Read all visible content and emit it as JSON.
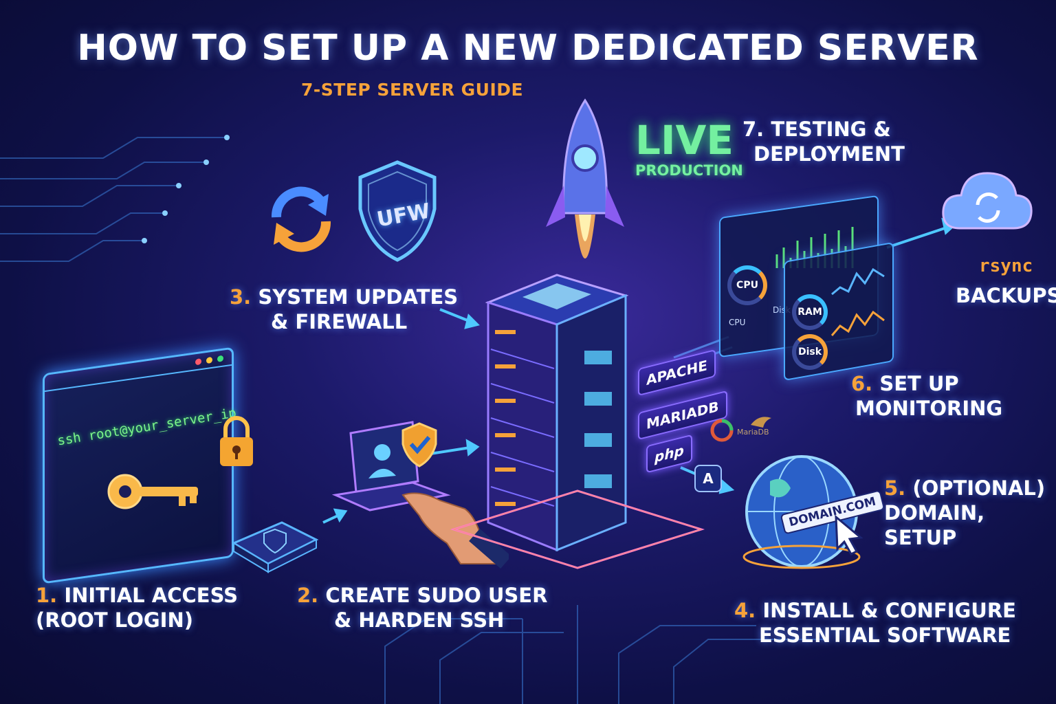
{
  "header": {
    "title": "HOW TO SET UP A NEW DEDICATED SERVER",
    "subtitle": "7-STEP SERVER GUIDE"
  },
  "steps": [
    {
      "num": "1.",
      "line1": "INITIAL ACCESS",
      "line2": "(ROOT LOGIN)"
    },
    {
      "num": "2.",
      "line1": "CREATE SUDO USER",
      "line2": "& HARDEN SSH"
    },
    {
      "num": "3.",
      "line1": "SYSTEM UPDATES",
      "line2": "& FIREWALL"
    },
    {
      "num": "4.",
      "line1": "INSTALL & CONFIGURE",
      "line2": "ESSENTIAL SOFTWARE"
    },
    {
      "num": "5.",
      "line1": "(OPTIONAL)",
      "line2": "DOMAIN, SETUP"
    },
    {
      "num": "6.",
      "line1": "SET UP",
      "line2": "MONITORING"
    },
    {
      "num": "7.",
      "line1": "TESTING &",
      "line2": "DEPLOYMENT"
    }
  ],
  "terminal": {
    "command": "ssh root@your_server_ip"
  },
  "firewall_badge": "UFW",
  "live": {
    "big": "LIVE",
    "small": "PRODUCTION"
  },
  "software": [
    "APACHE",
    "MARIADB",
    "php",
    "MariaDB"
  ],
  "monitoring": {
    "gauges": [
      "CPU",
      "RAM",
      "Disk"
    ],
    "mini_labels": [
      "CPU",
      "Disk"
    ]
  },
  "backups": {
    "tool": "rsync",
    "label": "BACKUPS"
  },
  "domain": {
    "label": "DOMAIN.COM",
    "marker": "A"
  },
  "colors": {
    "accent_orange": "#f6a23a",
    "live_green": "#74f0a0",
    "neon_blue": "#56b8ff",
    "purple": "#8a6cff"
  },
  "icons": [
    "key-icon",
    "padlock-icon",
    "shield-icon",
    "sync-icon",
    "rocket-icon",
    "server-icon",
    "cloud-sync-icon",
    "globe-icon",
    "cursor-icon",
    "user-icon",
    "hand-icon"
  ]
}
